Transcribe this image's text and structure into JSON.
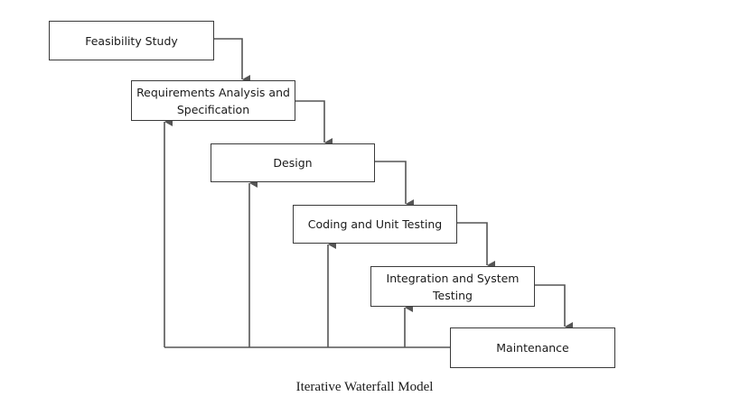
{
  "diagram": {
    "phases": [
      {
        "id": "feasibility",
        "label": "Feasibility Study"
      },
      {
        "id": "requirements",
        "label": "Requirements Analysis and Specification"
      },
      {
        "id": "design",
        "label": "Design"
      },
      {
        "id": "coding",
        "label": "Coding and Unit Testing"
      },
      {
        "id": "integration",
        "label": "Integration and System Testing"
      },
      {
        "id": "maintenance",
        "label": "Maintenance"
      }
    ],
    "colors": {
      "line": "#555555",
      "box_border": "#3a3a3a",
      "text": "#1a1a1a"
    }
  },
  "caption": "Iterative Waterfall Model"
}
